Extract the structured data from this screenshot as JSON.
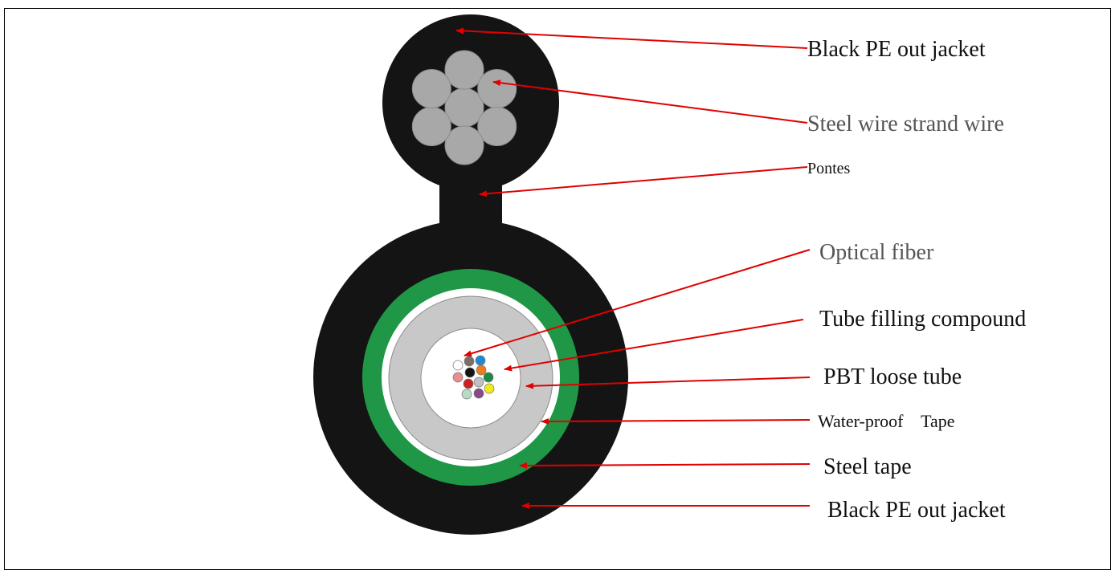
{
  "diagram": {
    "colors": {
      "jacket": "#141414",
      "steel_strand": "#a8a8a8",
      "steel_tape": "#1f9746",
      "water_tape": "#ffffff",
      "loose_tube": "#c8c8c8",
      "filling": "#ffffff",
      "arrow": "#e00000"
    },
    "fiber_colors": [
      "#ffffff",
      "#7a6e66",
      "#1e88d2",
      "#e88f8f",
      "#141414",
      "#ef7c1a",
      "#cc2222",
      "#c0c0c0",
      "#1c8a43",
      "#b6dcc4",
      "#8a4a8a",
      "#f2e81a"
    ],
    "labels": [
      {
        "id": "black-pe-out-jacket-top",
        "text": "Black PE out jacket",
        "gray": false
      },
      {
        "id": "steel-wire-strand-wire",
        "text": "Steel wire strand wire",
        "gray": true
      },
      {
        "id": "pontes",
        "text": "Pontes",
        "gray": false
      },
      {
        "id": "optical-fiber",
        "text": "Optical fiber",
        "gray": true
      },
      {
        "id": "tube-filling-compound",
        "text": "Tube filling compound",
        "gray": false
      },
      {
        "id": "pbt-loose-tube",
        "text": "PBT loose tube",
        "gray": false
      },
      {
        "id": "water-proof-tape",
        "text": "Water-proof    Tape",
        "gray": false
      },
      {
        "id": "steel-tape",
        "text": "Steel tape",
        "gray": false
      },
      {
        "id": "black-pe-out-jacket-bottom",
        "text": "Black PE out jacket",
        "gray": false
      }
    ]
  }
}
